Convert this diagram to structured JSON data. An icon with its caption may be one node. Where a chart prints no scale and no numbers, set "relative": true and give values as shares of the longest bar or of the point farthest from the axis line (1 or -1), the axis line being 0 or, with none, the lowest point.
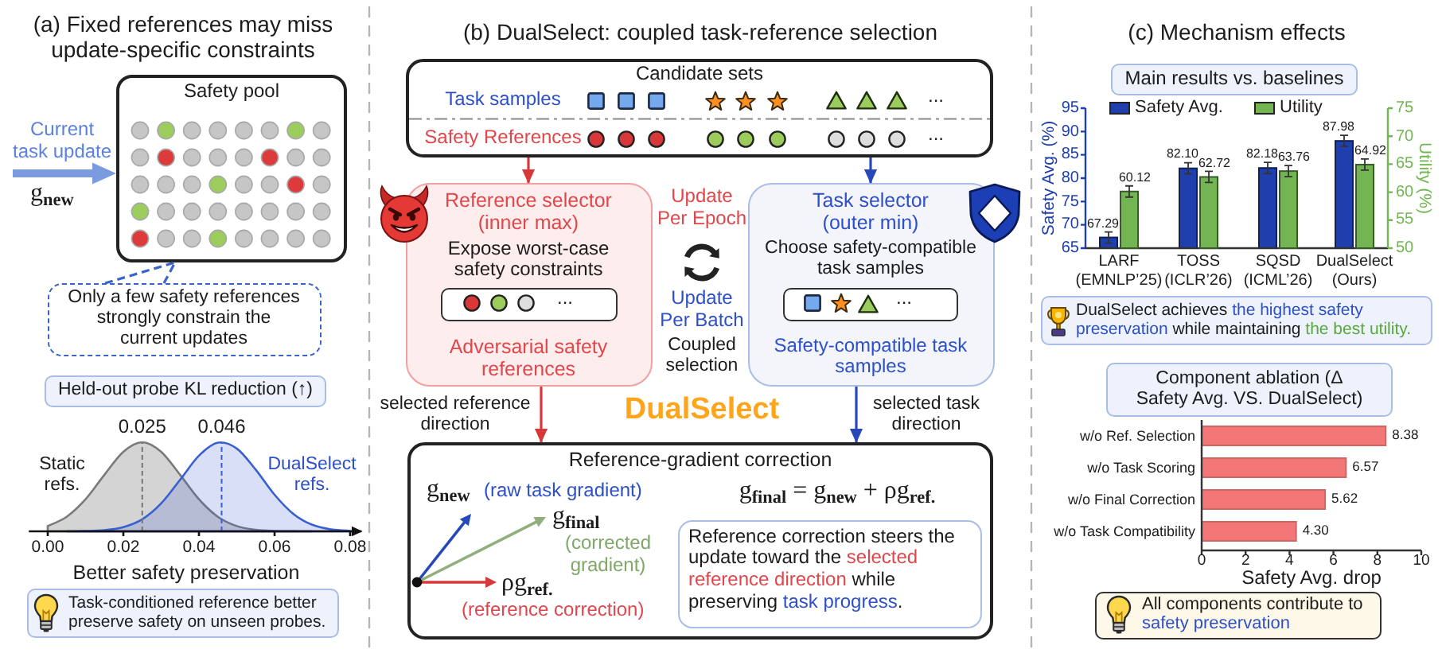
{
  "diagram": {
    "nodes": [
      {
        "text": [
          "Safety pool"
        ]
      },
      {
        "text": [
          "Only a few safety references strongly constrain the current updates"
        ]
      },
      {
        "text": [
          "Held-out probe KL reduction (↑)"
        ]
      },
      {
        "text": [
          "Task-conditioned reference better preserve safety on unseen probes."
        ]
      },
      {
        "text": [
          "Candidate sets",
          "Task samples",
          "...",
          "Safety References",
          "..."
        ]
      },
      {
        "text": [
          "Reference selector (inner max)",
          "Expose worst-case safety constraints",
          "Adversarial safety references"
        ]
      },
      {
        "text": [
          "..."
        ],
        "in": 5
      },
      {
        "text": [
          "Task selector (outer min)",
          "Choose safety-compatible task samples",
          "Safety-compatible task samples"
        ]
      },
      {
        "text": [
          "..."
        ],
        "in": 7
      },
      {
        "text": [
          "Reference-gradient correction",
          "g$_{new}$",
          "(raw task gradient)",
          "g$_{final}$ = g$_{new}$ + ρg$_{ref.}$",
          "g$_{final}$",
          "(corrected gradient)",
          "ρg$_{ref.}$",
          "(reference correction)"
        ]
      },
      {
        "text": [
          "Reference correction steers the update toward the **selected reference direction** while preserving **task progress**."
        ],
        "in": 9
      },
      {
        "text": [
          "Main results vs. baselines"
        ]
      },
      {
        "text": [
          "DualSelect achieves **the highest safety preservation** while maintaining **the best utility.**"
        ]
      },
      {
        "text": [
          "Component ablation (Δ Safety Avg. VS. DualSelect)"
        ]
      },
      {
        "text": [
          "All components contribute to **safety preservation**"
        ]
      }
    ],
    "edges": [
      {
        "from": null,
        "to": 0,
        "arrow": "to",
        "label": "Current task update",
        "style": "thick",
        "color": "#7b9be0"
      },
      {
        "from": 1,
        "to": 0,
        "arrow": "none",
        "style": "dashed",
        "color": "#3b64c8"
      },
      {
        "from": 4,
        "to": 5,
        "arrow": "to",
        "color": "#d9383a"
      },
      {
        "from": 4,
        "to": 7,
        "arrow": "to",
        "color": "#2748b8"
      },
      {
        "from": 5,
        "to": 9,
        "arrow": "to",
        "label": "selected reference direction",
        "color": "#d9383a"
      },
      {
        "from": 7,
        "to": 9,
        "arrow": "to",
        "label": "selected task direction",
        "color": "#2748b8"
      }
    ],
    "labels": [
      "(a) Fixed references may miss update-specific constraints",
      "g$_{new}$",
      "(b) DualSelect: coupled task-reference selection",
      "Update Per Epoch",
      "Update Per Batch",
      "Coupled selection",
      "DualSelect",
      "(c) Mechanism effects"
    ],
    "chart_data": [
      {
        "type": "area",
        "relative": true,
        "xlabel": "Better safety preservation",
        "x": [
          0,
          0.005,
          0.01,
          0.015,
          0.02,
          0.025,
          0.03,
          0.035,
          0.04,
          0.045,
          0.05,
          0.055,
          0.06,
          0.065,
          0.07,
          0.075,
          0.08
        ],
        "xlim": [
          -0.005,
          0.083
        ],
        "xticks": [
          {
            "value": 0,
            "label": "0.00"
          },
          {
            "value": 0.02,
            "label": "0.02"
          },
          {
            "value": 0.04,
            "label": "0.04"
          },
          {
            "value": 0.06,
            "label": "0.06"
          },
          {
            "value": 0.08,
            "label": "0.08"
          }
        ],
        "series": [
          {
            "name": "Static refs.",
            "color": "#7a7a7a",
            "values": [
              0.059,
              0.163,
              0.36,
              0.635,
              0.893,
              1,
              0.893,
              0.635,
              0.36,
              0.163,
              0.059,
              0.017,
              0.004,
              0.001,
              0,
              null,
              null
            ]
          },
          {
            "name": "DualSelect refs.",
            "color": "#3a5fd0",
            "values": [
              null,
              0,
              0.003,
              0.013,
              0.047,
              0.135,
              0.313,
              0.578,
              0.849,
              0.995,
              0.93,
              0.693,
              0.411,
              0.195,
              0.073,
              0.022,
              0.005
            ]
          }
        ],
        "annotations": [
          {
            "x": 0.025,
            "text": "0.025"
          },
          {
            "x": 0.046,
            "text": "0.046"
          }
        ]
      },
      {
        "type": "bar",
        "categories": [
          "LARF (EMNLP’25)",
          "TOSS (ICLR’26)",
          "SQSD (ICML’26)",
          "DualSelect (Ours)"
        ],
        "ylabel": "Safety Avg. (%)",
        "ylim": [
          65,
          95
        ],
        "yticks": [
          65,
          70,
          75,
          80,
          85,
          90,
          95
        ],
        "series": [
          {
            "name": "Safety Avg.",
            "color": "#1f3fae",
            "values": [
              67.29,
              82.1,
              82.18,
              87.98
            ]
          }
        ],
        "value_labels": [
          [
            "67.29",
            "82.10",
            "82.18",
            "87.98"
          ]
        ]
      },
      {
        "type": "bar",
        "ylabel": "Utility (%)",
        "ylim": [
          50,
          75
        ],
        "yticks": [
          50,
          55,
          60,
          65,
          70,
          75
        ],
        "series": [
          {
            "name": "Utility",
            "color": "#72b552",
            "values": [
              60.12,
              62.72,
              63.76,
              64.92
            ]
          }
        ],
        "value_labels": [
          [
            "60.12",
            "62.72",
            "63.76",
            "64.92"
          ]
        ]
      },
      {
        "type": "bar",
        "orientation": "horizontal",
        "categories": [
          "w/o Ref. Selection",
          "w/o Task Scoring",
          "w/o Final Correction",
          "w/o Task Compatibility"
        ],
        "xlabel": "Safety Avg. drop",
        "xlim": [
          0,
          10
        ],
        "xticks": [
          0,
          2,
          4,
          6,
          8,
          10
        ],
        "series": [
          {
            "color": "#f47777",
            "values": [
              8.38,
              6.57,
              5.62,
              4.3
            ]
          }
        ],
        "value_labels": [
          [
            "8.38",
            "6.57",
            "5.62",
            "4.30"
          ]
        ]
      }
    ]
  }
}
